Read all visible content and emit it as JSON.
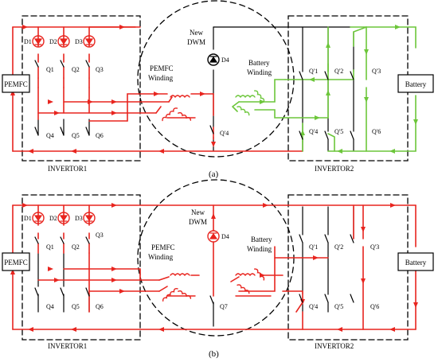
{
  "panel_a": {
    "caption": "(a)",
    "pemfc": "PEMFC",
    "battery": "Battery",
    "inv1": "INVERTOR1",
    "inv2": "INVERTOR2",
    "dwm1": "New",
    "dwm2": "DWM",
    "pw1": "PEMFC",
    "pw2": "Winding",
    "bw1": "Battery",
    "bw2": "Winding",
    "d1": "D1",
    "d2": "D2",
    "d3": "D3",
    "d4": "D4",
    "q1": "Q1",
    "q2": "Q2",
    "q3": "Q3",
    "q4": "Q4",
    "q5": "Q5",
    "q6": "Q6",
    "q7": "Q'4",
    "qp1": "Q'1",
    "qp2": "Q'2",
    "qp3": "Q'3",
    "qp4": "Q'4",
    "qp5": "Q'5",
    "qp6": "Q'6"
  },
  "panel_b": {
    "caption": "(b)",
    "pemfc": "PEMFC",
    "battery": "Battery",
    "inv1": "INVERTOR1",
    "inv2": "INVERTOR2",
    "dwm1": "New",
    "dwm2": "DWM",
    "pw1": "PEMFC",
    "pw2": "Winding",
    "bw1": "Battery",
    "bw2": "Winding",
    "d1": "D1",
    "d2": "D2",
    "d3": "D3",
    "d4": "D4",
    "q1": "Q1",
    "q2": "Q2",
    "q3": "Q3",
    "q4": "Q4",
    "q5": "Q5",
    "q6": "Q6",
    "q7": "Q7",
    "qp1": "Q'1",
    "qp2": "Q'2",
    "qp3": "Q'3",
    "qp4": "Q'4",
    "qp5": "Q'5",
    "qp6": "Q'6"
  },
  "colors": {
    "fc_path": "#e8251f",
    "battery_path": "#6cc63a",
    "wire": "#000000"
  }
}
